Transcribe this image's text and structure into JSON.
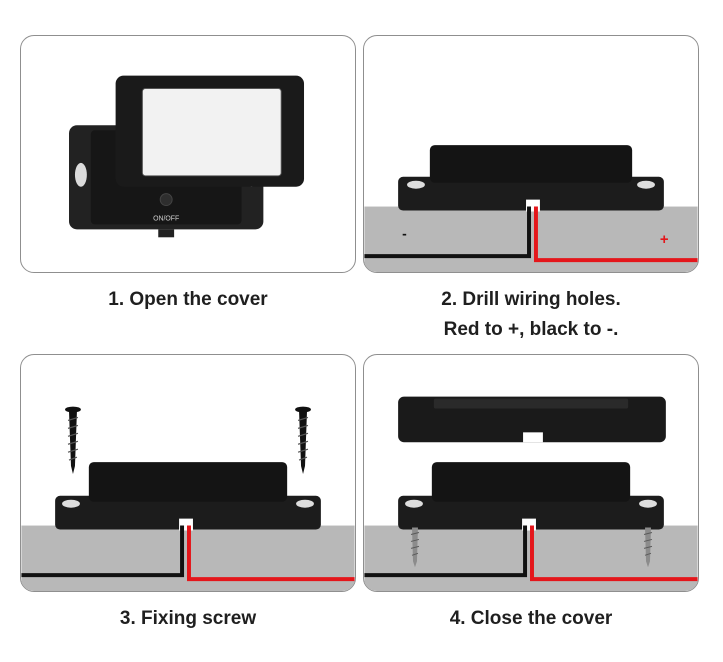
{
  "steps": [
    {
      "caption": "1. Open the cover",
      "device_label": "ON/OFF"
    },
    {
      "caption_line1": "2. Drill wiring holes.",
      "caption_line2": "Red to +, black to -.",
      "minus_label": "-",
      "plus_label": "+"
    },
    {
      "caption": "3. Fixing screw"
    },
    {
      "caption": "4. Close the cover"
    }
  ],
  "colors": {
    "device": "#1b1b1b",
    "surface": "#b8b8b8",
    "red_wire": "#e4161b",
    "black_wire": "#111111"
  }
}
